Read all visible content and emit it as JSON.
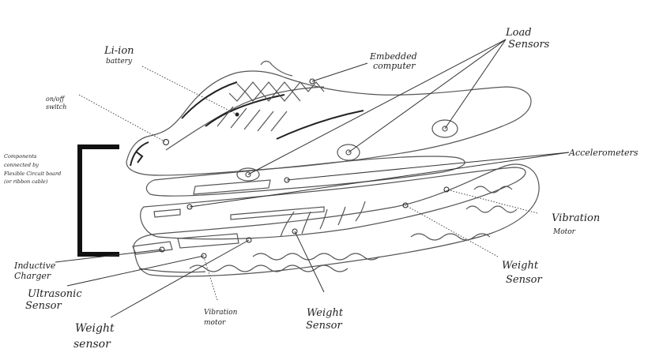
{
  "diagram": {
    "labels": {
      "li_ion_battery": [
        "Li-ion",
        "battery"
      ],
      "embedded_computer": [
        "Embedded",
        "computer"
      ],
      "load_sensors": [
        "Load",
        "Sensors"
      ],
      "on_off_switch": [
        "on/off",
        "switch"
      ],
      "components": [
        "Components",
        "connected by",
        "Flexible Circuit board",
        "(or ribbon cable)"
      ],
      "accelerometers": "Accelerometers",
      "vibration_motor_right": [
        "Vibration",
        "Motor"
      ],
      "weight_sensor_right": [
        "Weight",
        "Sensor"
      ],
      "inductive_charger": [
        "Inductive",
        "Charger"
      ],
      "ultrasonic_sensor": [
        "Ultrasonic",
        "Sensor"
      ],
      "vibration_motor_bottom": [
        "Vibration",
        "motor"
      ],
      "weight_sensor_center": [
        "Weight",
        "Sensor"
      ],
      "weight_sensor_left": [
        "Weight",
        "sensor"
      ]
    },
    "colors": {
      "ink": "#222222",
      "paper": "#ffffff",
      "bracket": "#111111"
    }
  }
}
